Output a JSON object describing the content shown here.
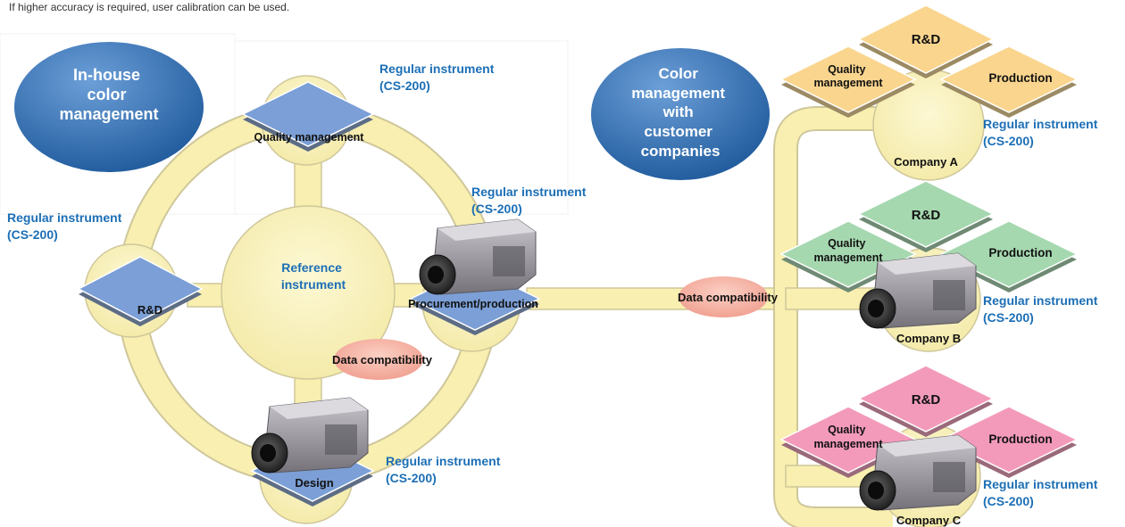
{
  "note": "If higher accuracy is required, user calibration can be used.",
  "colors": {
    "ring_fill": "#f8efb0",
    "ring_stroke": "#cfc79a",
    "blue_label": "#1c6fb6",
    "tile_blue": "#7b9fd6",
    "tile_orange": "#fad58e",
    "tile_green": "#a6d8b0",
    "tile_pink": "#f39aba",
    "bubble_dark": "#1f5a9c",
    "bubble_light": "#6c9fd8",
    "compat_pill": "#ef9a8a"
  },
  "inhouse": {
    "title": [
      "In-house",
      "color",
      "management"
    ],
    "reference": [
      "Reference",
      "instrument"
    ],
    "data_compatibility": "Data compatibility",
    "stations": {
      "quality": {
        "label": "Quality management",
        "instrument": [
          "Regular instrument",
          "(CS-200)"
        ]
      },
      "rnd": {
        "label": "R&D",
        "instrument": [
          "Regular instrument",
          "(CS-200)"
        ]
      },
      "procurement": {
        "label": "Procurement/production",
        "instrument": [
          "Regular instrument",
          "(CS-200)"
        ]
      },
      "design": {
        "label": "Design",
        "instrument": [
          "Regular instrument",
          "(CS-200)"
        ]
      }
    }
  },
  "customers": {
    "title": [
      "Color",
      "management",
      "with",
      "customer",
      "companies"
    ],
    "data_compatibility": "Data compatibility",
    "companies": [
      {
        "name": "Company A",
        "rnd": "R&D",
        "quality": [
          "Quality",
          "management"
        ],
        "production": "Production",
        "instrument": [
          "Regular instrument",
          "(CS-200)"
        ],
        "tile_color": "orange"
      },
      {
        "name": "Company B",
        "rnd": "R&D",
        "quality": [
          "Quality",
          "management"
        ],
        "production": "Production",
        "instrument": [
          "Regular instrument",
          "(CS-200)"
        ],
        "tile_color": "green"
      },
      {
        "name": "Company C",
        "rnd": "R&D",
        "quality": [
          "Quality",
          "management"
        ],
        "production": "Production",
        "instrument": [
          "Regular instrument",
          "(CS-200)"
        ],
        "tile_color": "pink"
      }
    ]
  }
}
